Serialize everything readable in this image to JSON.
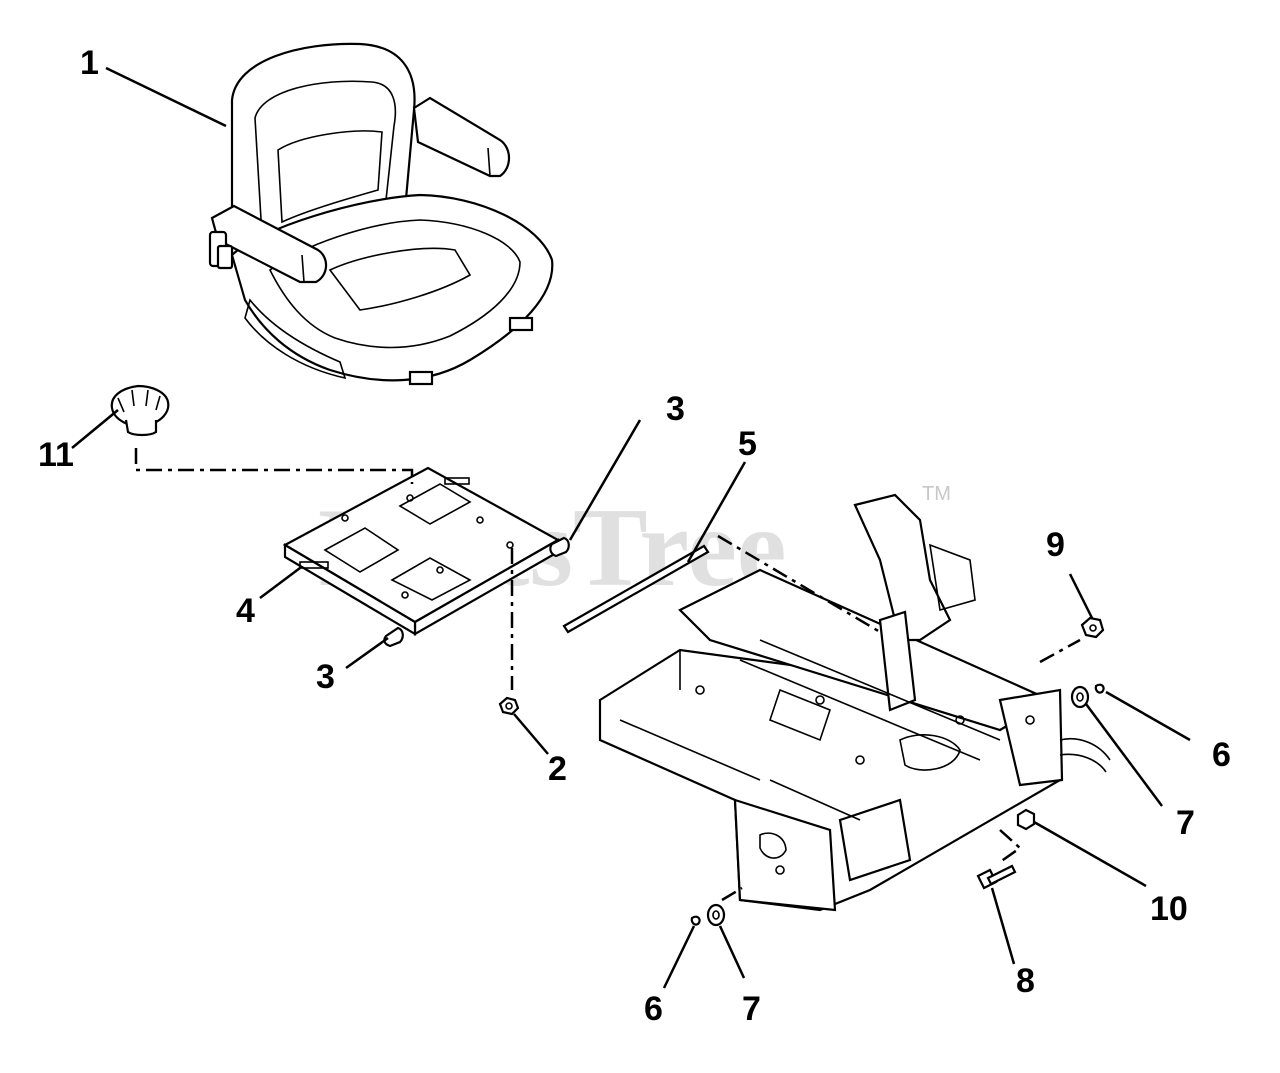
{
  "watermark": {
    "text": "PartsTree",
    "trademark": "TM"
  },
  "callouts": [
    {
      "id": "c1",
      "label": "1"
    },
    {
      "id": "c2",
      "label": "2"
    },
    {
      "id": "c3a",
      "label": "3"
    },
    {
      "id": "c3b",
      "label": "3"
    },
    {
      "id": "c4",
      "label": "4"
    },
    {
      "id": "c5",
      "label": "5"
    },
    {
      "id": "c6a",
      "label": "6"
    },
    {
      "id": "c6b",
      "label": "6"
    },
    {
      "id": "c7a",
      "label": "7"
    },
    {
      "id": "c7b",
      "label": "7"
    },
    {
      "id": "c8",
      "label": "8"
    },
    {
      "id": "c9",
      "label": "9"
    },
    {
      "id": "c10",
      "label": "10"
    },
    {
      "id": "c11",
      "label": "11"
    }
  ]
}
